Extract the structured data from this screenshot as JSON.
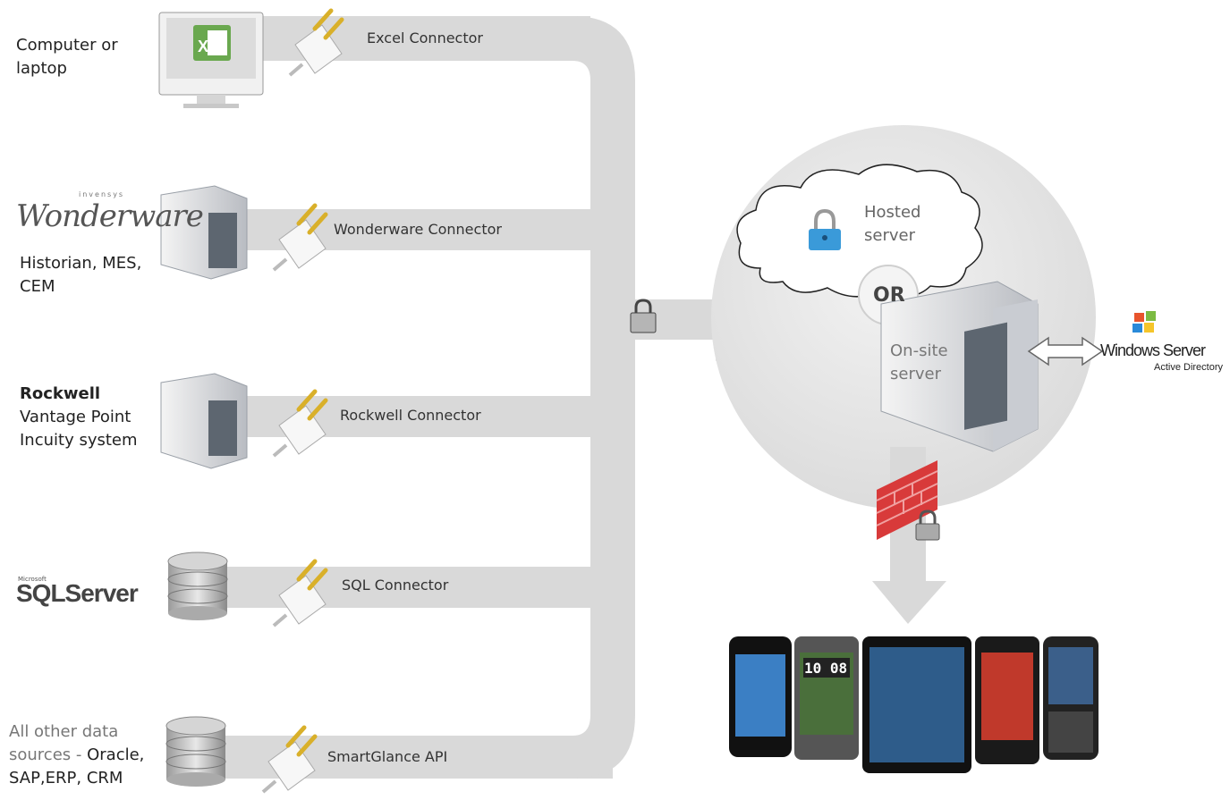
{
  "sources": {
    "computer": {
      "lines": [
        "Computer or",
        "laptop"
      ]
    },
    "wonderware": {
      "logo": "Wonderware",
      "logo_small": "invensys",
      "lines": [
        "Historian, MES,",
        "CEM"
      ]
    },
    "rockwell": {
      "title": "Rockwell",
      "lines": [
        "Vantage Point",
        "Incuity system"
      ]
    },
    "sqlserver": {
      "logo": "SQLServer",
      "logo_small": "Microsoft"
    },
    "other": {
      "lines": [
        "All other data",
        "sources - ",
        "Oracle,",
        "SAP,ERP, CRM"
      ]
    }
  },
  "connectors": {
    "excel": "Excel Connector",
    "wonderware": "Wonderware Connector",
    "rockwell": "Rockwell Connector",
    "sql": "SQL Connector",
    "api": "SmartGlance API"
  },
  "server": {
    "hosted": [
      "Hosted",
      "server"
    ],
    "or": "OR",
    "onsite": [
      "On-site",
      "server"
    ]
  },
  "windows": {
    "name": "Windows Server",
    "sub": "Active Directory"
  },
  "devices": {
    "phone_clock": "10 08"
  },
  "colors": {
    "pipe": "#d9d9d9",
    "circle": "#e6e6e6",
    "firewall": "#d83a3a",
    "lock": "#3a9ad9"
  },
  "icons": [
    "monitor-icon",
    "excel-icon",
    "plug-icon",
    "server-tower-icon",
    "database-icon",
    "cloud-icon",
    "lock-icon",
    "firewall-icon",
    "windows-logo-icon",
    "smartphone-icon",
    "tablet-icon"
  ]
}
